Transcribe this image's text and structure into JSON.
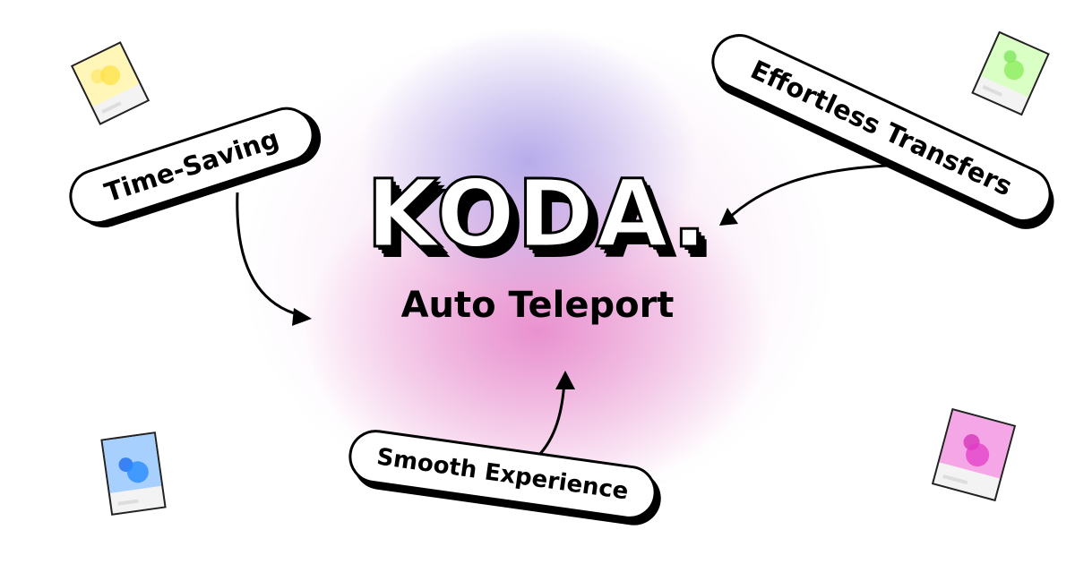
{
  "logo": {
    "text": "KODA."
  },
  "subtitle": "Auto Teleport",
  "features": [
    {
      "label": "Time-Saving"
    },
    {
      "label": "Effortless Transfers"
    },
    {
      "label": "Smooth Experience"
    }
  ],
  "colors": {
    "card_yellow": "#fff6b8",
    "card_green": "#d9ffc4",
    "card_blue": "#a8d0ff",
    "card_pink": "#f5a6e6"
  }
}
